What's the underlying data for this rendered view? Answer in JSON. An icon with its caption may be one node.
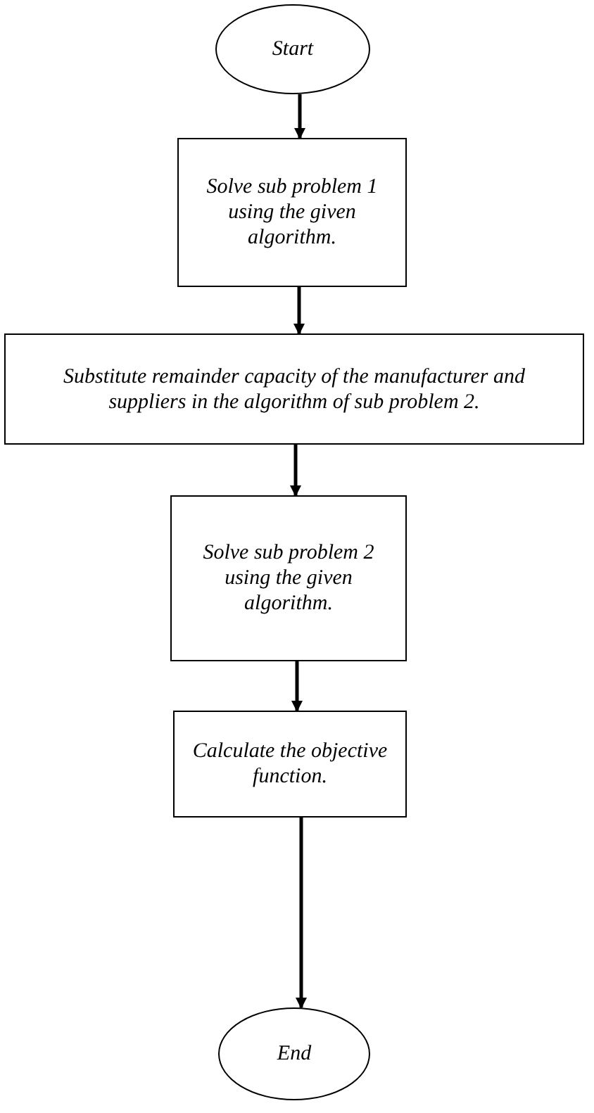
{
  "diagram": {
    "nodes": [
      {
        "text": [
          "Start"
        ]
      },
      {
        "text": [
          "Solve sub problem 1 using the given algorithm."
        ]
      },
      {
        "text": [
          "Substitute remainder capacity of the manufacturer and suppliers in the algorithm of sub problem 2."
        ]
      },
      {
        "text": [
          "Solve sub problem 2 using the given algorithm."
        ]
      },
      {
        "text": [
          "Calculate the objective function."
        ]
      },
      {
        "text": [
          "End"
        ]
      }
    ],
    "edges": [
      {
        "from": 0,
        "to": 1,
        "arrow": "to"
      },
      {
        "from": 1,
        "to": 2,
        "arrow": "to"
      },
      {
        "from": 2,
        "to": 3,
        "arrow": "to"
      },
      {
        "from": 3,
        "to": 4,
        "arrow": "to"
      },
      {
        "from": 4,
        "to": 5,
        "arrow": "to"
      }
    ]
  }
}
